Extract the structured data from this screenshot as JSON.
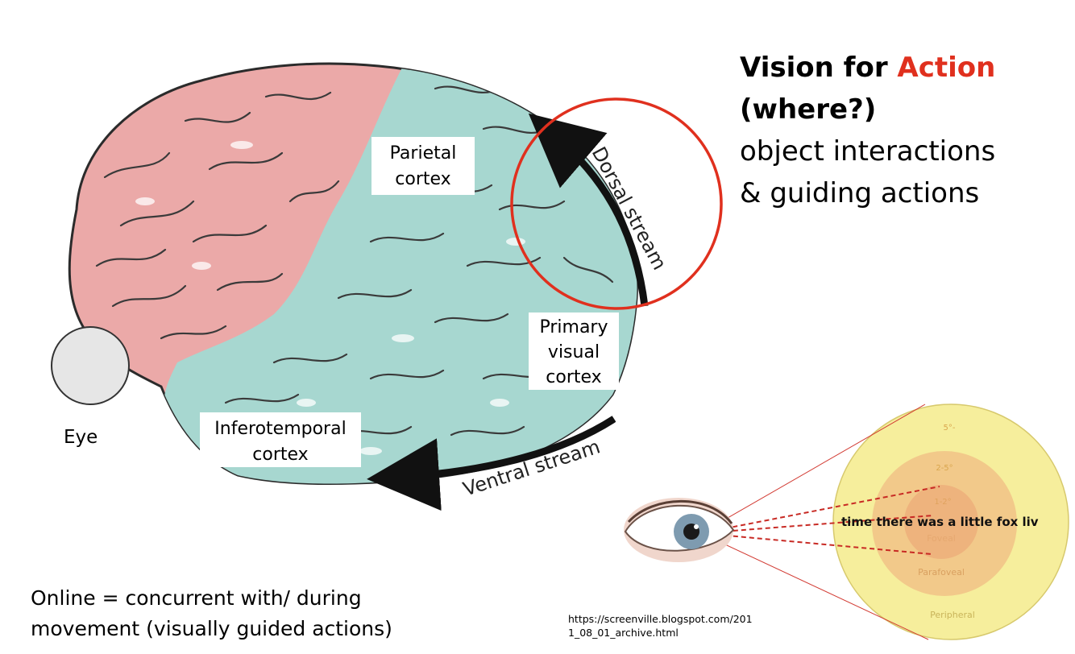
{
  "heading": {
    "line1_prefix": "Vision for ",
    "line1_accent": "Action",
    "line2": "(where?)",
    "line3": "object interactions",
    "line4": "& guiding actions"
  },
  "brain_labels": {
    "parietal_1": "Parietal",
    "parietal_2": "cortex",
    "primary_1": "Primary",
    "primary_2": "visual",
    "primary_3": "cortex",
    "infero_1": "Inferotemporal",
    "infero_2": "cortex",
    "dorsal_stream": "Dorsal stream",
    "ventral_stream": "Ventral stream"
  },
  "eye_label": "Eye",
  "caption": {
    "line1": "Online = concurrent with/ during",
    "line2": "movement (visually guided actions)"
  },
  "source": {
    "line1": "https://screenville.blogspot.com/201",
    "line2": "1_08_01_archive.html"
  },
  "vision_field": {
    "ring_outer": "5°-",
    "ring_middle": "2-5°",
    "ring_inner": "1-2°",
    "foveal": "Foveal",
    "parafoveal": "Parafoveal",
    "peripheral": "Peripheral",
    "reading_text": "time there was a little fox liv"
  },
  "colors": {
    "accent": "#e0301e",
    "frontal_lobe": "#eba9a8",
    "visual_areas": "#a7d7d0",
    "outline": "#2b2b2b",
    "arrow": "#111111",
    "field_outer": "#f6ee9c",
    "field_middle": "#f2c98a",
    "field_inner": "#eeb37d"
  }
}
